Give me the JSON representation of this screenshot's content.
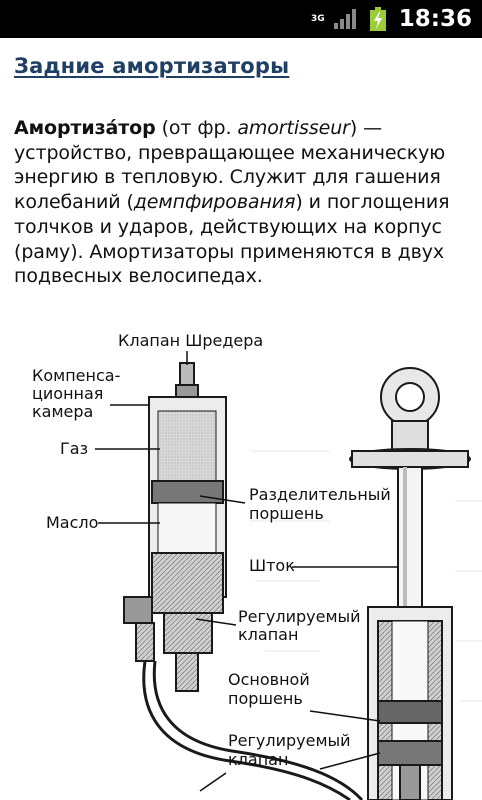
{
  "status_bar": {
    "network": "3G",
    "time": "18:36",
    "icons": [
      "signal-icon",
      "battery-charging-icon"
    ],
    "battery_color": "#9ccc3a"
  },
  "page": {
    "title": "Задние амортизаторы",
    "title_color": "#1f3f64"
  },
  "article": {
    "term": "Амортиза́тор",
    "lead": " (от фр. ",
    "foreign": "amortisseur",
    "after_foreign": ") — устройство, превращающее механическую энергию в тепловую. Служит для гашения колебаний (",
    "italic_term": "демпфирования",
    "rest": ") и поглощения толчков и ударов, действующих на корпус (раму). Амортизаторы применяются в двух подвесных велосипедах."
  },
  "diagram": {
    "labels": {
      "schrader_valve": "Клапан Шредера",
      "comp_1": "Компенса-",
      "comp_2": "ционная",
      "comp_3": "камера",
      "gas": "Газ",
      "oil": "Масло",
      "sep_1": "Разделительный",
      "sep_2": "поршень",
      "rod": "Шток",
      "adj1_1": "Регулируемый",
      "adj1_2": "клапан",
      "main_1": "Основной",
      "main_2": "поршень",
      "adj2_1": "Регулируемый",
      "adj2_2": "клапан"
    }
  }
}
